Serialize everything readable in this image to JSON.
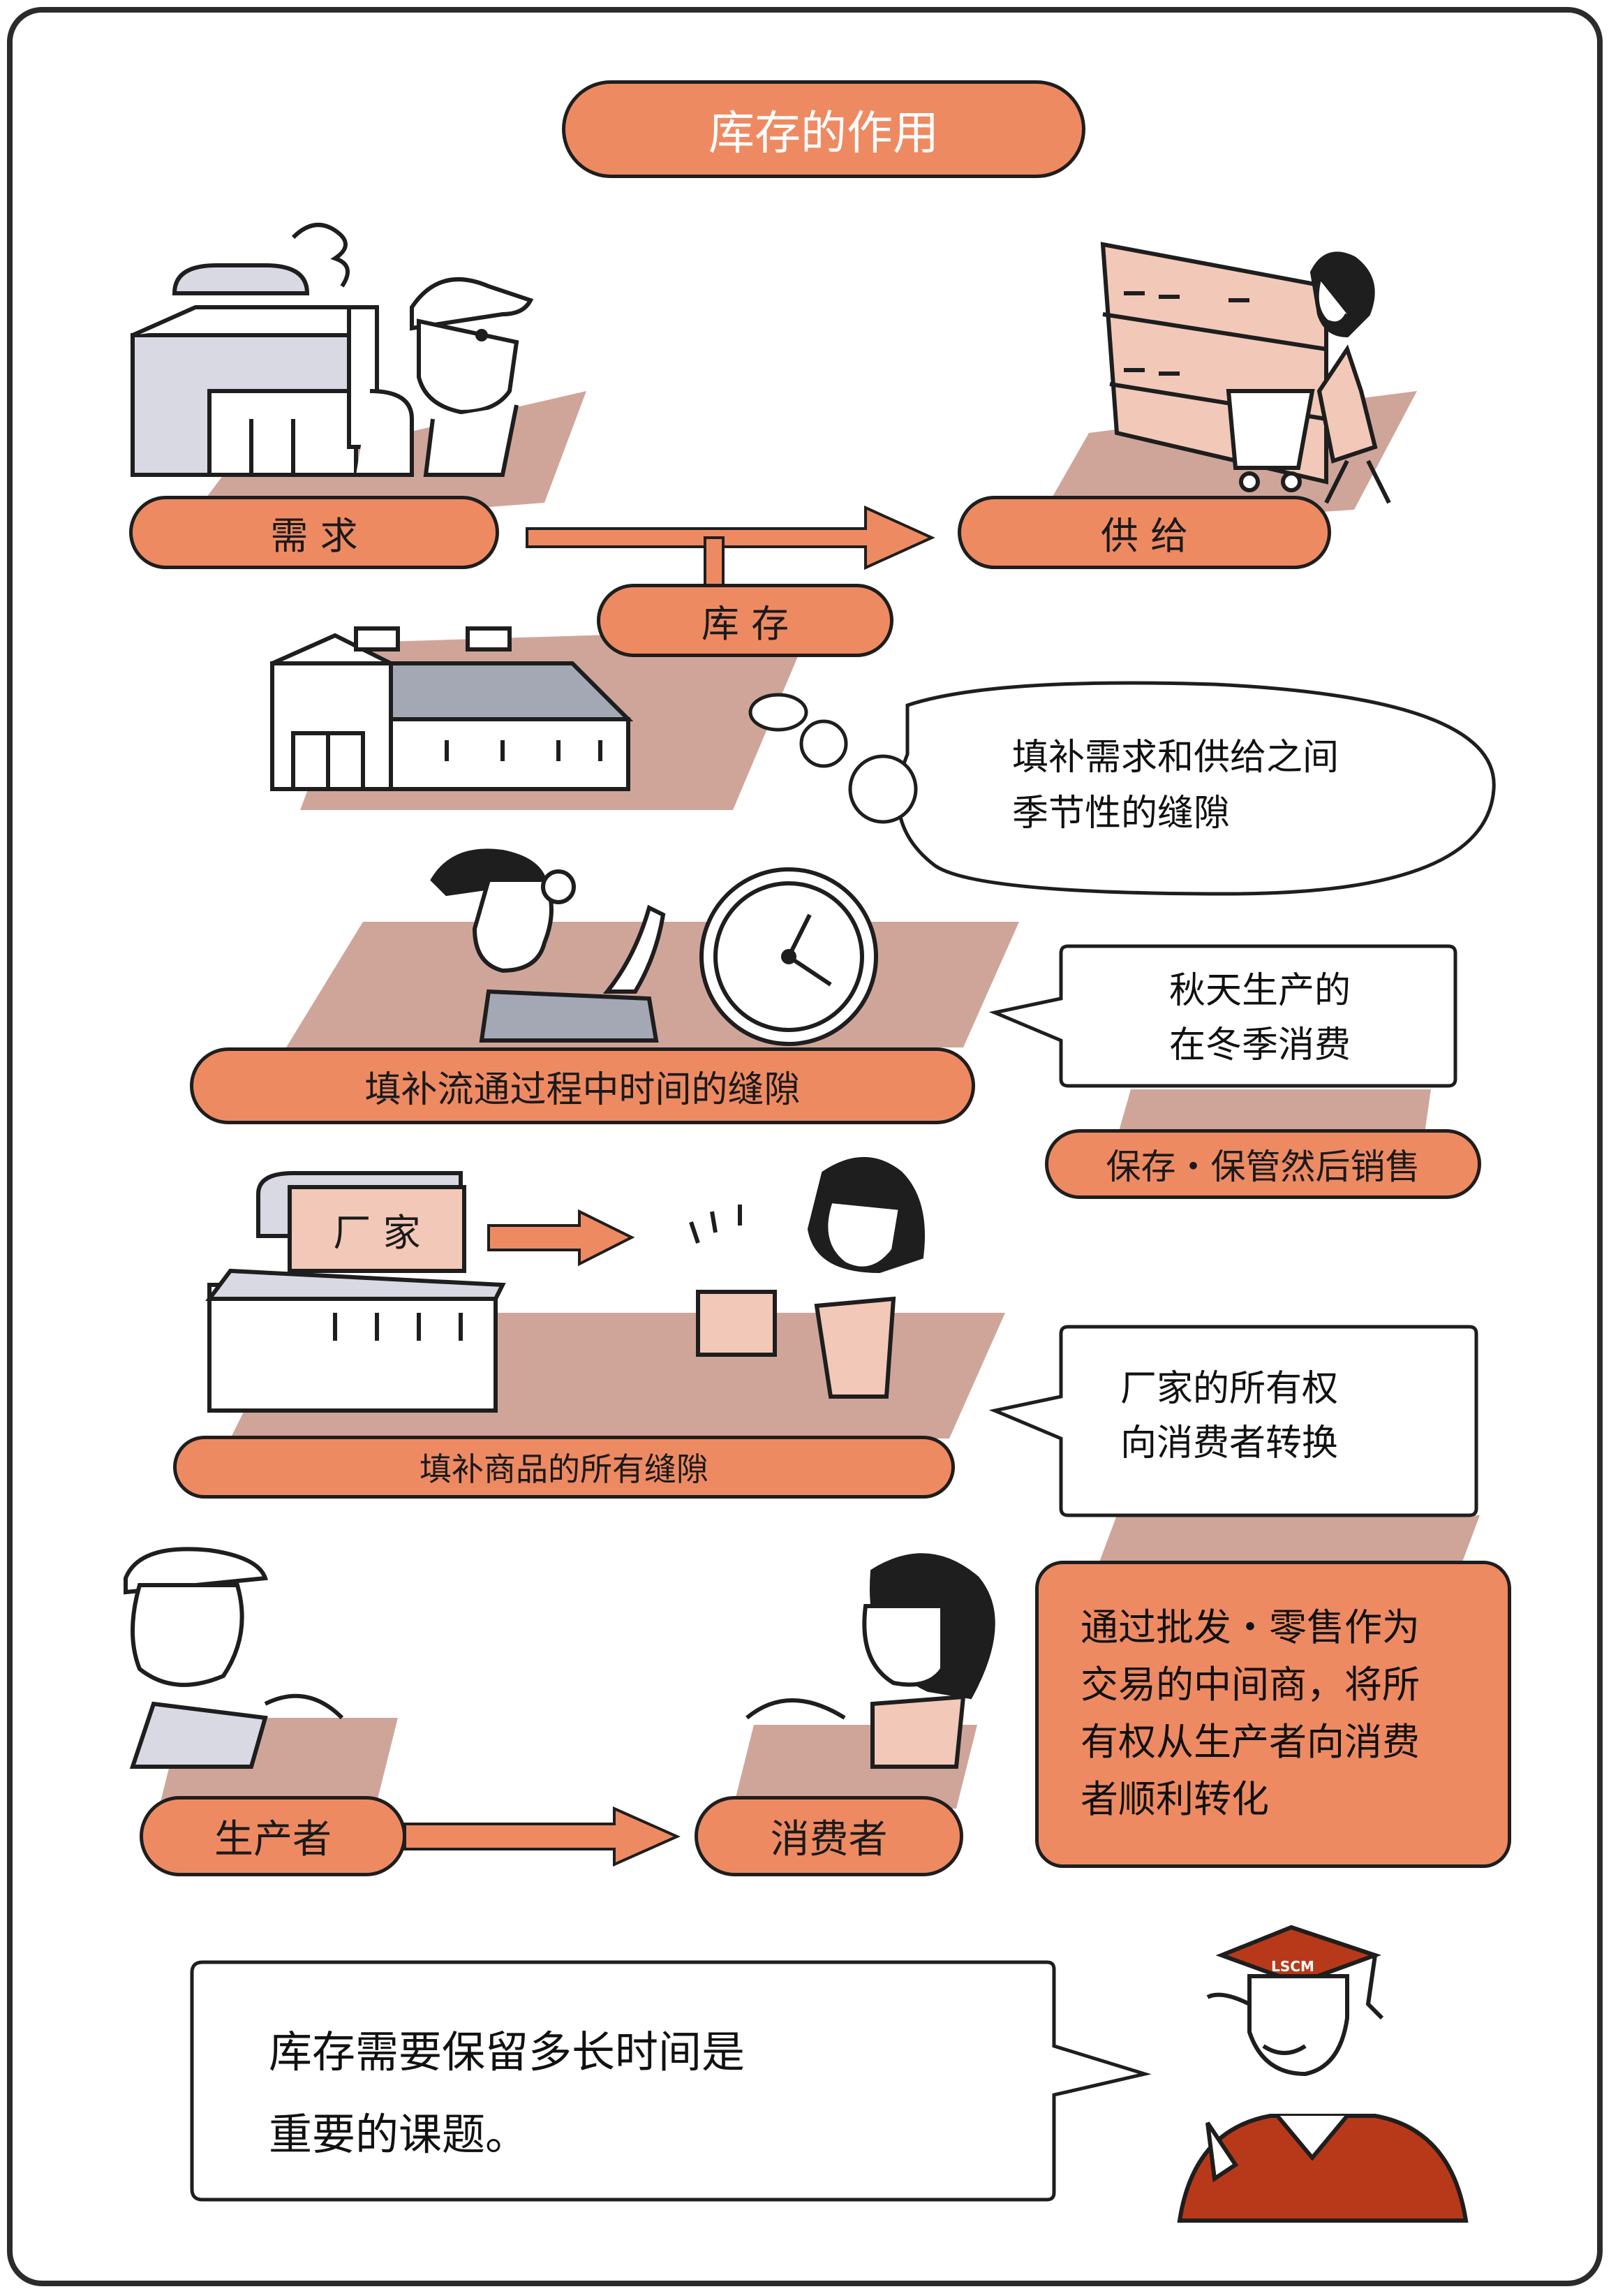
{
  "title": "库存的作用",
  "top": {
    "demand": "需 求",
    "supply": "供 给",
    "inventory": "库 存",
    "bubble": [
      "填补需求和供给之间",
      "季节性的缝隙"
    ]
  },
  "time": {
    "label": "填补流通过程中时间的缝隙",
    "note": [
      "秋天生产的",
      "在冬季消费"
    ],
    "action": "保存・保管然后销售"
  },
  "ownership": {
    "factory": "厂 家",
    "label": "填补商品的所有缝隙",
    "note": [
      "厂家的所有权",
      "向消费者转换"
    ]
  },
  "flow": {
    "producer": "生产者",
    "consumer": "消费者",
    "note": [
      "通过批发・零售作为",
      "交易的中间商，将所",
      "有权从生产者向消费",
      "者顺利转化"
    ]
  },
  "footer": {
    "speech": [
      "库存需要保留多长时间是",
      "重要的课题。"
    ],
    "cap_badge": "LSCM"
  },
  "colors": {
    "accent": "#ee8a62",
    "floor": "#cfa59a",
    "outline": "#1e1e1e",
    "mascot": "#b8391a"
  }
}
